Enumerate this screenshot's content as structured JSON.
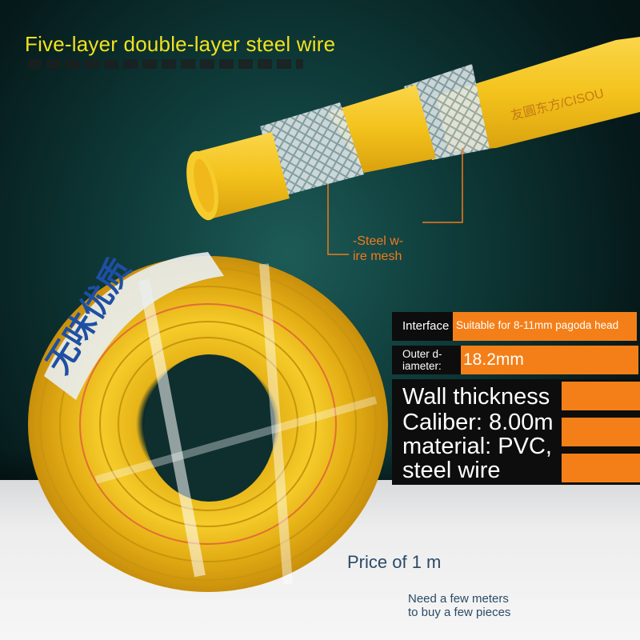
{
  "headline": "Five-layer double-layer steel wire",
  "callout": {
    "line1": "-Steel w-",
    "line2": "ire mesh"
  },
  "hose_print": "友圓东方/CISOU",
  "coil_label": "无味优质",
  "specs": {
    "interface_label": "Interface",
    "interface_value": "Suitable for 8-11mm pagoda head",
    "outer_label_1": "Outer d-",
    "outer_label_2": "iameter:",
    "outer_value": "18.2mm",
    "lines": [
      "Wall thickness",
      "Caliber: 8.00m",
      "material: PVC,",
      "steel wire"
    ]
  },
  "price": "Price of 1 m",
  "note": {
    "line1": "Need a few meters",
    "line2": "to buy a few pieces"
  },
  "colors": {
    "headline": "#f1e21e",
    "accent_orange": "#f47f18",
    "hose_yellow": "#f3c21b",
    "label_black": "#0d0d0d"
  }
}
